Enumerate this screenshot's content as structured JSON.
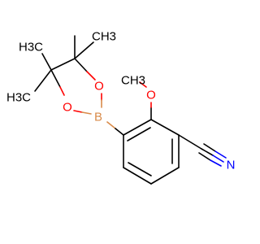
{
  "molecule": {
    "atoms": {
      "methyl_top_right": "CH3",
      "methyl_top_left": "H3C",
      "methyl_bottom_left": "H3C",
      "methoxy_methyl": "CH3",
      "ring_oxygen_top": "O",
      "ring_oxygen_bottom": "O",
      "boron": "B",
      "methoxy_oxygen": "O",
      "nitrile_nitrogen": "N"
    },
    "colors": {
      "carbon": "#000000",
      "oxygen": "#ff0000",
      "boron": "#d98b4a",
      "nitrogen": "#0000ff"
    }
  }
}
